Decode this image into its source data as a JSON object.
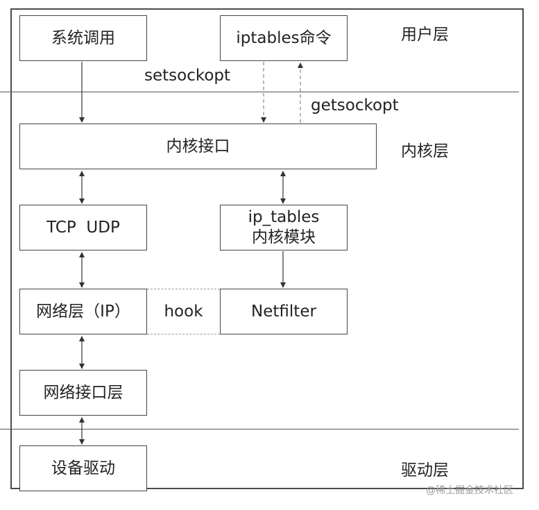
{
  "layers": {
    "user": "用户层",
    "kernel": "内核层",
    "driver": "驱动层"
  },
  "boxes": {
    "syscall": "系统调用",
    "iptables_cmd": "iptables命令",
    "kernel_interface": "内核接口",
    "tcp_udp": "TCP  UDP",
    "ip_tables_module_line1": "ip_tables",
    "ip_tables_module_line2": "内核模块",
    "network_layer": "网络层（IP）",
    "hook": "hook",
    "netfilter": "Netfilter",
    "net_interface_layer": "网络接口层",
    "device_driver": "设备驱动"
  },
  "edge_labels": {
    "setsockopt": "setsockopt",
    "getsockopt": "getsockopt"
  },
  "watermark": "@稀土掘金技术社区"
}
